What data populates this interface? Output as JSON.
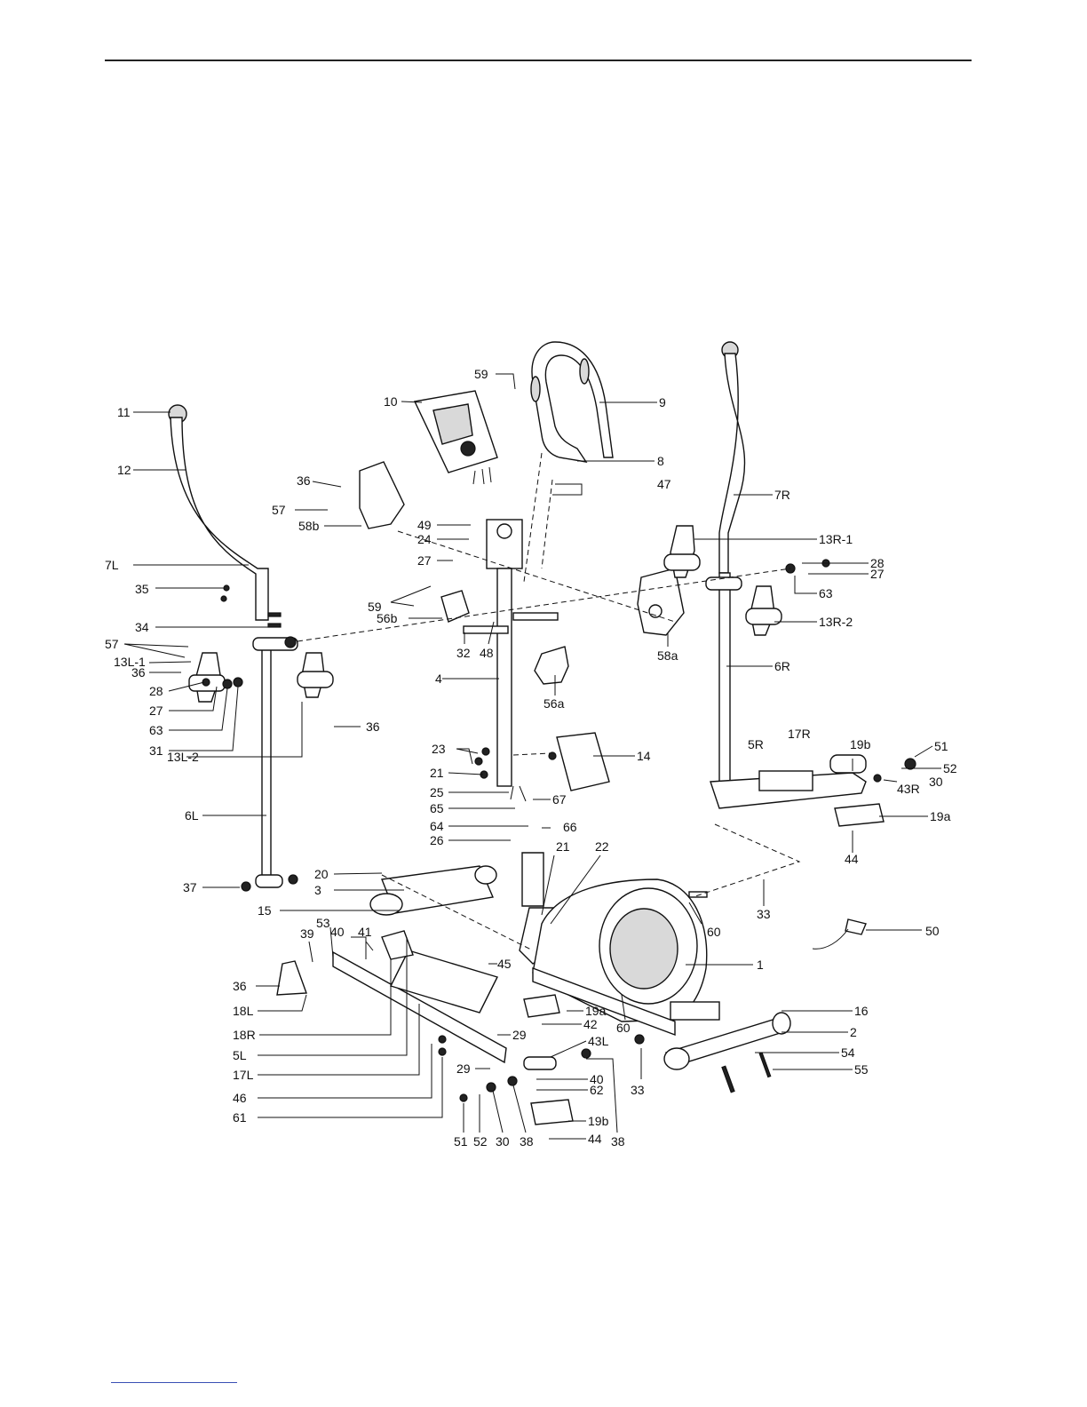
{
  "diagram": {
    "labels": [
      "11",
      "12",
      "7L",
      "35",
      "34",
      "57",
      "13L-1",
      "36",
      "28",
      "27",
      "63",
      "31",
      "13L-2",
      "36",
      "6L",
      "37",
      "10",
      "59",
      "9",
      "8",
      "47",
      "36",
      "57",
      "58b",
      "49",
      "24",
      "27",
      "59",
      "56b",
      "32",
      "48",
      "4",
      "56a",
      "58a",
      "7R",
      "13R-1",
      "28",
      "27",
      "63",
      "13R-2",
      "6R",
      "14",
      "23",
      "21",
      "25",
      "65",
      "67",
      "64",
      "66",
      "26",
      "19b",
      "17R",
      "5R",
      "51",
      "52",
      "30",
      "43R",
      "19a",
      "44",
      "20",
      "3",
      "15",
      "21",
      "22",
      "33",
      "60",
      "50",
      "1",
      "39",
      "53",
      "40",
      "41",
      "36",
      "18L",
      "18R",
      "45",
      "19a",
      "60",
      "42",
      "29",
      "43L",
      "16",
      "2",
      "54",
      "55",
      "5L",
      "17L",
      "46",
      "61",
      "29",
      "40",
      "62",
      "33",
      "51",
      "52",
      "30",
      "38",
      "19b",
      "44",
      "38"
    ]
  }
}
